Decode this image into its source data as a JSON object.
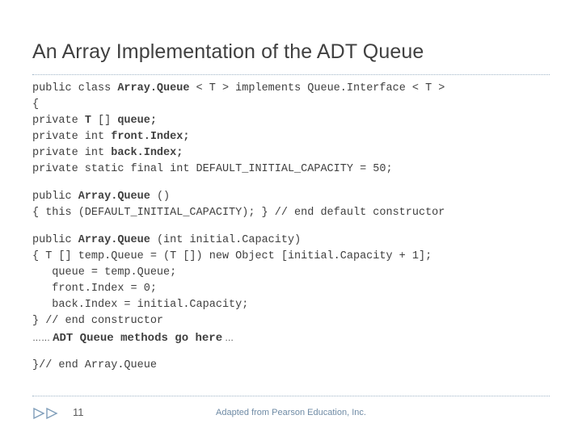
{
  "slide": {
    "title": "An Array Implementation of the ADT Queue",
    "code_lines": [
      {
        "type": "code",
        "segments": [
          {
            "text": "public class ",
            "bold": false
          },
          {
            "text": "Array.Queue",
            "bold": true
          },
          {
            "text": " < T > implements Queue.Interface < T >",
            "bold": false
          }
        ]
      },
      {
        "type": "code",
        "segments": [
          {
            "text": "{",
            "bold": false
          }
        ]
      },
      {
        "type": "code",
        "segments": [
          {
            "text": "private ",
            "bold": false
          },
          {
            "text": "T",
            "bold": true
          },
          {
            "text": " [] ",
            "bold": false
          },
          {
            "text": "queue;",
            "bold": true
          }
        ]
      },
      {
        "type": "code",
        "segments": [
          {
            "text": "private int ",
            "bold": false
          },
          {
            "text": "front.Index;",
            "bold": true
          }
        ]
      },
      {
        "type": "code",
        "segments": [
          {
            "text": "private int ",
            "bold": false
          },
          {
            "text": "back.Index;",
            "bold": true
          }
        ]
      },
      {
        "type": "code",
        "segments": [
          {
            "text": "private static final int DEFAULT_INITIAL_CAPACITY = 50;",
            "bold": false
          }
        ]
      },
      {
        "type": "gap"
      },
      {
        "type": "code",
        "segments": [
          {
            "text": "public ",
            "bold": false
          },
          {
            "text": "Array.Queue",
            "bold": true
          },
          {
            "text": " ()",
            "bold": false
          }
        ]
      },
      {
        "type": "code",
        "segments": [
          {
            "text": "{ this (DEFAULT_INITIAL_CAPACITY); } // end default constructor",
            "bold": false
          }
        ]
      },
      {
        "type": "gap"
      },
      {
        "type": "code",
        "segments": [
          {
            "text": "public ",
            "bold": false
          },
          {
            "text": "Array.Queue",
            "bold": true
          },
          {
            "text": " (int initial.Capacity)",
            "bold": false
          }
        ]
      },
      {
        "type": "code",
        "segments": [
          {
            "text": "{ T [] temp.Queue = (T []) new Object [initial.Capacity + 1];",
            "bold": false
          }
        ]
      },
      {
        "type": "code",
        "segments": [
          {
            "text": "   queue = temp.Queue;",
            "bold": false
          }
        ]
      },
      {
        "type": "code",
        "segments": [
          {
            "text": "   front.Index = 0;",
            "bold": false
          }
        ]
      },
      {
        "type": "code",
        "segments": [
          {
            "text": "   back.Index = initial.Capacity;",
            "bold": false
          }
        ]
      },
      {
        "type": "code",
        "segments": [
          {
            "text": "} // end constructor",
            "bold": false
          }
        ]
      },
      {
        "type": "note",
        "prefix": "……",
        "strong": "ADT Queue methods go here",
        "suffix": "…"
      },
      {
        "type": "gap"
      },
      {
        "type": "code",
        "segments": [
          {
            "text": "}// end Array.Queue",
            "bold": false
          }
        ]
      }
    ],
    "footer": {
      "page_number": "11",
      "credit": "Adapted from Pearson Education, Inc."
    }
  }
}
